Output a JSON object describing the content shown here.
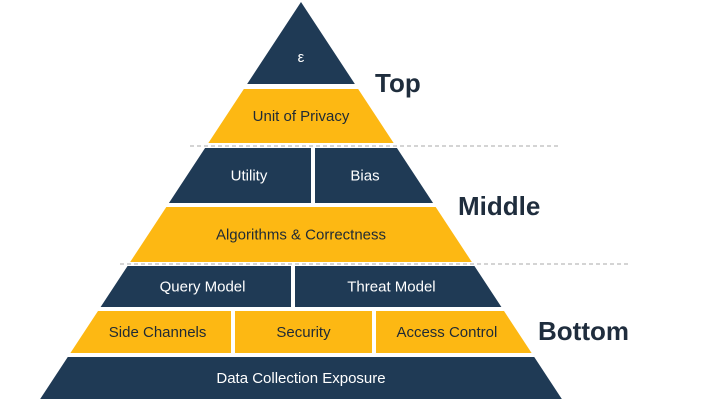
{
  "diagram": {
    "colors": {
      "dark": "#1f3a55",
      "gold": "#fdb813",
      "text_on_dark": "#ffffff",
      "text_on_gold": "#1f2a35",
      "level_text": "#1f2d3d",
      "divider": "#a9a9a9"
    },
    "levels": [
      {
        "id": "top",
        "label": "Top"
      },
      {
        "id": "middle",
        "label": "Middle"
      },
      {
        "id": "bottom",
        "label": "Bottom"
      }
    ],
    "tiers": [
      {
        "blocks": [
          {
            "label": "ε",
            "color": "dark"
          }
        ]
      },
      {
        "blocks": [
          {
            "label": "Unit of Privacy",
            "color": "gold"
          }
        ]
      },
      {
        "blocks": [
          {
            "label": "Utility",
            "color": "dark"
          },
          {
            "label": "Bias",
            "color": "dark"
          }
        ]
      },
      {
        "blocks": [
          {
            "label": "Algorithms & Correctness",
            "color": "gold"
          }
        ]
      },
      {
        "blocks": [
          {
            "label": "Query Model",
            "color": "dark"
          },
          {
            "label": "Threat Model",
            "color": "dark"
          }
        ]
      },
      {
        "blocks": [
          {
            "label": "Side Channels",
            "color": "gold"
          },
          {
            "label": "Security",
            "color": "gold"
          },
          {
            "label": "Access Control",
            "color": "gold"
          }
        ]
      },
      {
        "blocks": [
          {
            "label": "Data Collection Exposure",
            "color": "dark"
          }
        ]
      }
    ]
  }
}
